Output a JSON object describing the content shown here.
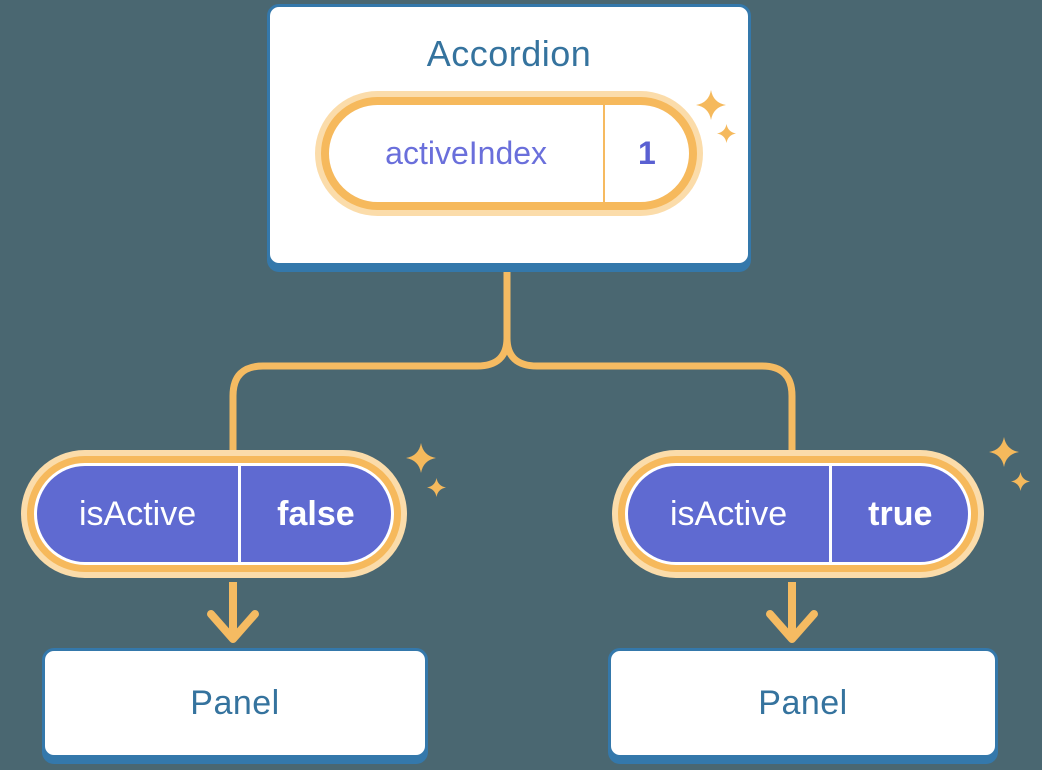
{
  "accordion_card": {
    "title": "Accordion",
    "state_pill": {
      "label": "activeIndex",
      "value": "1"
    }
  },
  "left_branch": {
    "prop_pill": {
      "label": "isActive",
      "value": "false"
    },
    "panel": {
      "title": "Panel"
    }
  },
  "right_branch": {
    "prop_pill": {
      "label": "isActive",
      "value": "true"
    },
    "panel": {
      "title": "Panel"
    }
  },
  "colors": {
    "background": "#4a6771",
    "card_border_blue": "#3478ab",
    "heading_blue": "#35739e",
    "connector_orange": "#f5bb62",
    "ring_orange": "#f6b95c",
    "glow_orange": "#fbdcaa",
    "pill_purple": "#5f6ad1",
    "state_label_purple": "#6a6fdb",
    "state_value_purple": "#5a60d2"
  }
}
